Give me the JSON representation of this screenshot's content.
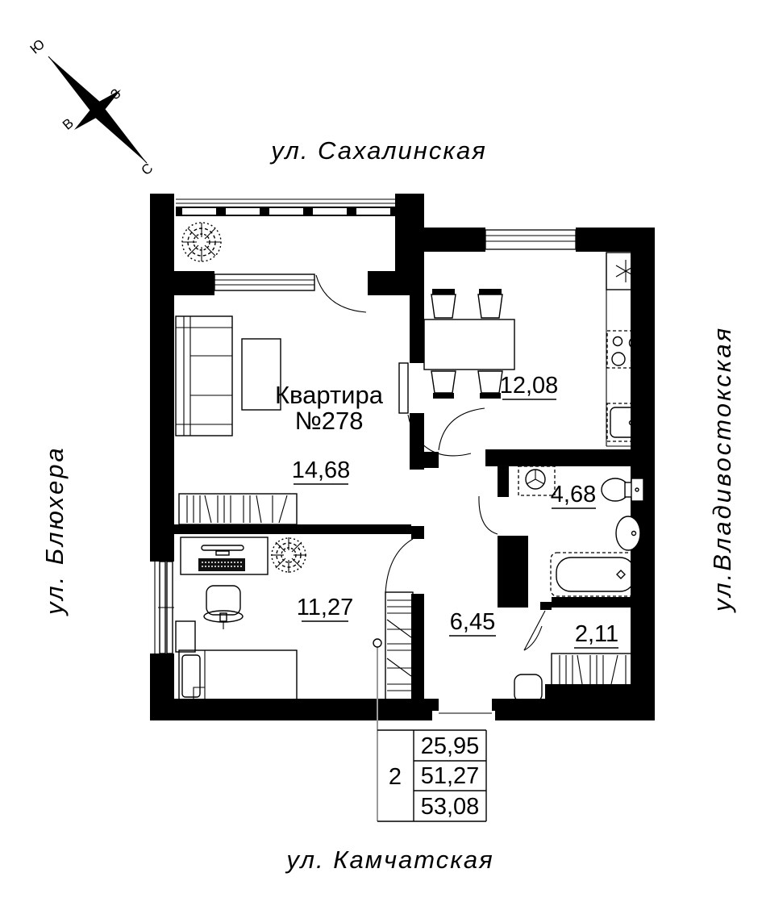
{
  "compass": {
    "south": "Ю",
    "west": "З",
    "east": "В",
    "north": "С"
  },
  "streets": {
    "top": "ул. Сахалинская",
    "left": "ул. Блюхера",
    "right": "ул.Владивостокская",
    "bottom": "ул. Камчатская"
  },
  "apartment": {
    "title": "Квартира",
    "number": "№278"
  },
  "areas": {
    "living": "14,68",
    "kitchen": "12,08",
    "bathroom": "4,68",
    "bedroom": "11,27",
    "hall": "6,45",
    "closet": "2,11"
  },
  "table": {
    "rooms": "2",
    "rows": [
      "25,95",
      "51,27",
      "53,08"
    ]
  }
}
